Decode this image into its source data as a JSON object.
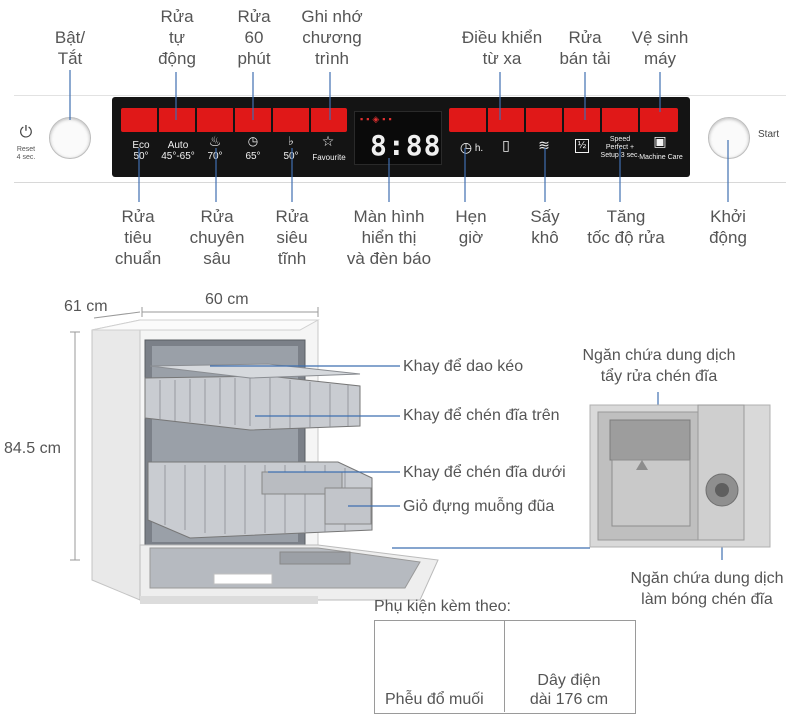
{
  "panel": {
    "reset_label": "Reset\n4 sec.",
    "start_label": "Start",
    "buttons": {
      "eco": "Eco\n50°",
      "auto": "Auto\n45°-65°",
      "intensive": "70°",
      "quick": "65°",
      "silence": "50°",
      "favourite": "Favourite",
      "timer": "h.",
      "half_load": "½",
      "speed_perfect": "Speed\nPerfect +\nSetup 3 sec.",
      "machine_care": "Machine Care"
    },
    "display_text": "8:88"
  },
  "labels_top": {
    "on_off": "Bật/\nTắt",
    "auto": "Rửa\ntự\nđộng",
    "sixty_min": "Rửa\n60\nphút",
    "favourite": "Ghi nhớ\nchương\ntrình",
    "remote": "Điều khiển\ntừ xa",
    "half_load": "Rửa\nbán tải",
    "machine_care": "Vệ sinh\nmáy"
  },
  "labels_bottom": {
    "eco": "Rửa\ntiêu\nchuẩn",
    "intensive": "Rửa\nchuyên\nsâu",
    "silence": "Rửa\nsiêu\ntĩnh",
    "display": "Màn hình\nhiển thị\nvà đèn báo",
    "timer": "Hẹn\ngiờ",
    "dry": "Sấy\nkhô",
    "speed": "Tăng\ntốc độ rửa",
    "start": "Khởi\nđộng"
  },
  "dimensions": {
    "depth": "61 cm",
    "width": "60 cm",
    "height": "84.5 cm"
  },
  "parts": {
    "cutlery_tray": "Khay để dao kéo",
    "upper_rack": "Khay để chén đĩa trên",
    "lower_rack": "Khay để chén đĩa dưới",
    "cutlery_basket": "Giỏ đựng muỗng đũa",
    "detergent": "Ngăn chứa dung dịch\ntẩy rửa chén đĩa",
    "rinse_aid": "Ngăn chứa dung dịch\nlàm bóng chén đĩa"
  },
  "accessories": {
    "title": "Phụ kiện kèm theo:",
    "funnel": "Phễu đổ muối",
    "cable": "Dây điện\ndài 176 cm"
  }
}
